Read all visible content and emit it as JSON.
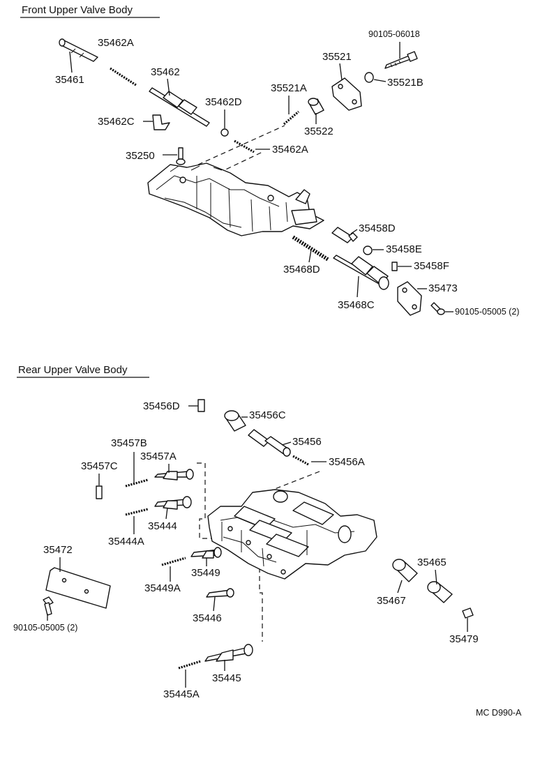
{
  "sections": {
    "front_title": "Front Upper Valve Body",
    "rear_title": "Rear Upper Valve Body"
  },
  "front_labels": {
    "p35461": "35461",
    "p35462A_top": "35462A",
    "p35462": "35462",
    "p35462C": "35462C",
    "p35462D": "35462D",
    "p35521A": "35521A",
    "p35522": "35522",
    "p35521": "35521",
    "p90105_06018": "90105-06018",
    "p35521B": "35521B",
    "p35250": "35250",
    "p35462A_mid": "35462A",
    "p35458D": "35458D",
    "p35458E": "35458E",
    "p35458F": "35458F",
    "p35468D": "35468D",
    "p35468C": "35468C",
    "p35473": "35473",
    "p90105_05005": "90105-05005 (2)"
  },
  "rear_labels": {
    "p35456D": "35456D",
    "p35456C": "35456C",
    "p35456": "35456",
    "p35456A": "35456A",
    "p35457B": "35457B",
    "p35457A": "35457A",
    "p35457C": "35457C",
    "p35444": "35444",
    "p35444A": "35444A",
    "p35472": "35472",
    "p35449": "35449",
    "p35449A": "35449A",
    "p35446": "35446",
    "p90105_05005": "90105-05005 (2)",
    "p35467": "35467",
    "p35465": "35465",
    "p35479": "35479",
    "p35445": "35445",
    "p35445A": "35445A"
  },
  "footer": {
    "code": "MC  D990-A"
  }
}
